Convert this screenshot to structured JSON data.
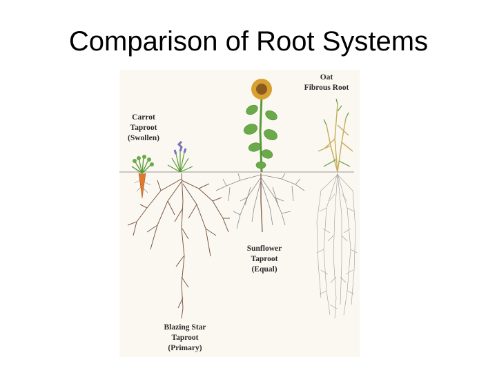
{
  "slide": {
    "title": "Comparison of Root Systems"
  },
  "figure": {
    "labels": {
      "carrot": [
        "Carrot",
        "Taproot",
        "(Swollen)"
      ],
      "oat": [
        "Oat",
        "Fibrous Root"
      ],
      "sunflower": [
        "Sunflower",
        "Taproot",
        "(Equal)"
      ],
      "blazing_star": [
        "Blazing Star",
        "Taproot",
        "(Primary)"
      ]
    },
    "colors": {
      "root": "#7a5a45",
      "fine_root": "#8a8a8a",
      "foliage": "#5a9a3a",
      "carrot": "#e07830",
      "sunflower_head": "#8a5a20",
      "soil_line": "#999999",
      "oat_straw": "#c8b060",
      "lavender": "#7a70b8"
    }
  }
}
